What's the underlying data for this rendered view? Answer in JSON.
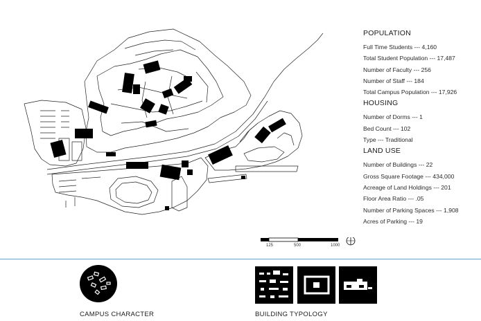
{
  "colors": {
    "divider": "#5aa0c8",
    "ink": "#000000",
    "line": "#222222"
  },
  "sections": [
    {
      "title": "POPULATION",
      "items": [
        "Full Time Students --- 4,160",
        "Total Student Population --- 17,487",
        "Number of Faculty --- 256",
        "Number of Staff --- 184",
        "Total Campus Population --- 17,926"
      ]
    },
    {
      "title": "HOUSING",
      "items": [
        "Number of Dorms --- 1",
        "Bed Count --- 102",
        "Type --- Traditional"
      ]
    },
    {
      "title": "LAND USE",
      "items": [
        "Number of Buildings --- 22",
        "Gross Square Footage --- 434,000",
        "Acreage of Land Holdings --- 201",
        "Floor Area Ratio --- .05",
        "Number of Parking Spaces --- 1,908",
        "Acres of Parking --- 19"
      ]
    }
  ],
  "scale_bar": {
    "labels": [
      "125",
      "500",
      "1000"
    ]
  },
  "captions": {
    "character": "CAMPUS CHARACTER",
    "typology": "BUILDING TYPOLOGY"
  },
  "icons": {
    "north": "north-arrow-icon"
  }
}
